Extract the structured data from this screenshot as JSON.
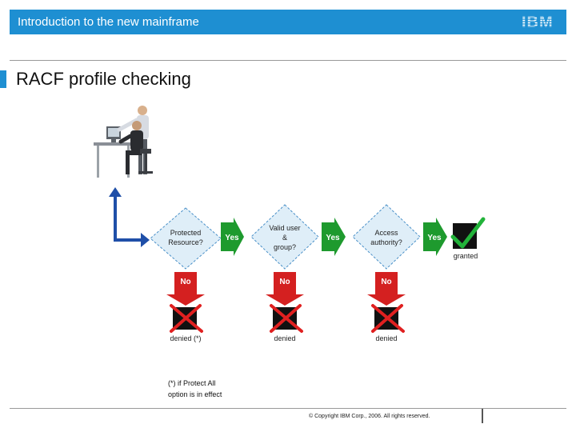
{
  "header": {
    "title": "Introduction to the new mainframe",
    "logo_text": "IBM"
  },
  "slide": {
    "title": "RACF profile checking"
  },
  "diagram": {
    "decisions": [
      {
        "lines": [
          "Protected",
          "Resource?"
        ]
      },
      {
        "lines": [
          "Valid user",
          "&",
          "group?"
        ]
      },
      {
        "lines": [
          "Access",
          "authority?"
        ]
      }
    ],
    "yes_label": "Yes",
    "no_label": "No",
    "granted_label": "granted",
    "denied_labels": [
      "denied (*)",
      "denied",
      "denied"
    ]
  },
  "footnote": {
    "lines": [
      "(*) if Protect All",
      "option is in effect"
    ]
  },
  "footer": {
    "copyright": "© Copyright IBM Corp., 2006. All rights reserved."
  },
  "colors": {
    "header_blue": "#1e8fd2",
    "diamond_fill": "#dfeef8",
    "green_arrow": "#1e9a2e",
    "red_arrow": "#d42020",
    "arrow_blue": "#1f4fa8"
  }
}
